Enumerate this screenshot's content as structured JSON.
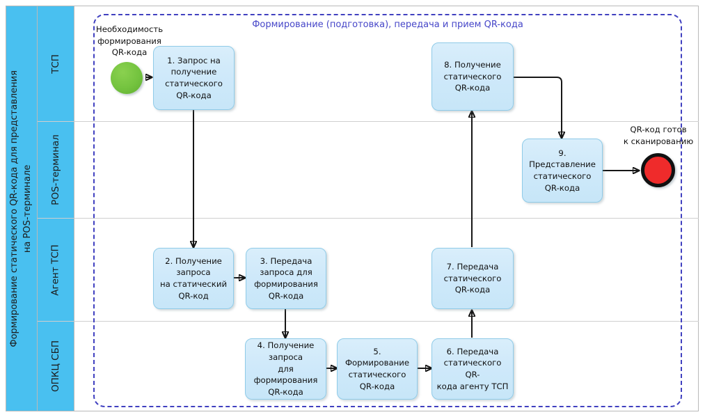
{
  "pool": {
    "title_lines": [
      "Формирование статического QR-кода для представления",
      "на POS-терминале"
    ],
    "title_color": "#49c0f0",
    "lanes": [
      {
        "id": "lane-tsp",
        "label": "ТСП"
      },
      {
        "id": "lane-pos",
        "label": "POS-терминал"
      },
      {
        "id": "lane-agent-tsp",
        "label": "Агент ТСП"
      },
      {
        "id": "lane-opkc-sbp",
        "label": "ОПКЦ СБП"
      }
    ]
  },
  "subprocess": {
    "label": "Формирование (подготовка), передача и прием QR-кода",
    "border_color": "#4040c0",
    "label_color": "#4646c8"
  },
  "events": {
    "start": {
      "name": "start-event",
      "label_lines": [
        "Необходимость",
        "формирования",
        "QR-кода"
      ],
      "color": "#74c33f"
    },
    "end": {
      "name": "end-event",
      "label_lines": [
        "QR-код готов",
        "к сканированию"
      ],
      "color": "#ef2b2b"
    }
  },
  "tasks": [
    {
      "id": "task-1",
      "lane": "ТСП",
      "lines": [
        "1. Запрос на",
        "получение",
        "статического",
        "QR-кода"
      ]
    },
    {
      "id": "task-2",
      "lane": "Агент ТСП",
      "lines": [
        "2. Получение",
        "запроса",
        "на статический",
        "QR-код"
      ]
    },
    {
      "id": "task-3",
      "lane": "Агент ТСП",
      "lines": [
        "3. Передача",
        "запроса для",
        "формирования",
        "QR-кода"
      ]
    },
    {
      "id": "task-4",
      "lane": "ОПКЦ СБП",
      "lines": [
        "4. Получение",
        "запроса",
        "для формирования",
        "QR-кода"
      ]
    },
    {
      "id": "task-5",
      "lane": "ОПКЦ СБП",
      "lines": [
        "5. Формирование",
        "статического",
        "QR-кода"
      ]
    },
    {
      "id": "task-6",
      "lane": "ОПКЦ СБП",
      "lines": [
        "6. Передача",
        "статического QR-",
        "кода агенту ТСП"
      ]
    },
    {
      "id": "task-7",
      "lane": "Агент ТСП",
      "lines": [
        "7. Передача",
        "статического",
        "QR-кода"
      ]
    },
    {
      "id": "task-8",
      "lane": "ТСП",
      "lines": [
        "8. Получение",
        "статического",
        "QR-кода"
      ]
    },
    {
      "id": "task-9",
      "lane": "POS-терминал",
      "lines": [
        "9. Представление",
        "статического",
        "QR-кода"
      ]
    }
  ],
  "flows": [
    {
      "from": "start-event",
      "to": "task-1"
    },
    {
      "from": "task-1",
      "to": "task-2"
    },
    {
      "from": "task-2",
      "to": "task-3"
    },
    {
      "from": "task-3",
      "to": "task-4"
    },
    {
      "from": "task-4",
      "to": "task-5"
    },
    {
      "from": "task-5",
      "to": "task-6"
    },
    {
      "from": "task-6",
      "to": "task-7"
    },
    {
      "from": "task-7",
      "to": "task-8"
    },
    {
      "from": "task-8",
      "to": "task-9"
    },
    {
      "from": "task-9",
      "to": "end-event"
    }
  ],
  "colors": {
    "task_fill": "#cfe9fa",
    "task_border": "#8fcbe8",
    "lane_header": "#49c0f0",
    "connector": "#161616",
    "frame": "#b9b9b9"
  }
}
